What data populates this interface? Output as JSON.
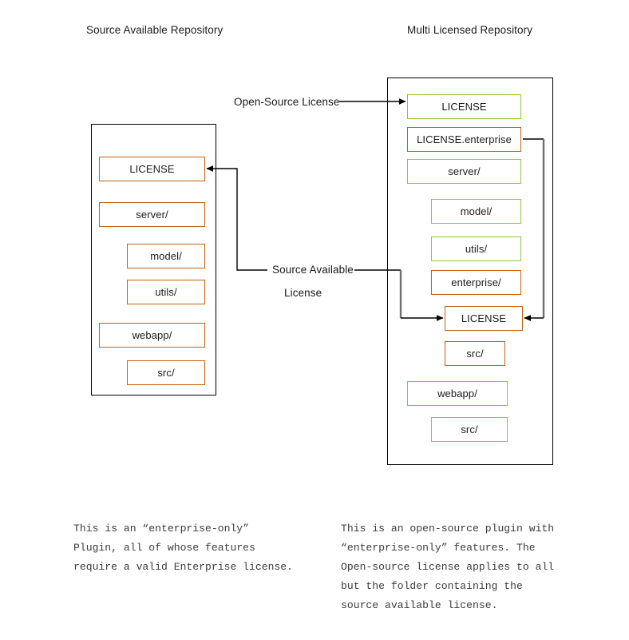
{
  "diagram": {
    "titles": {
      "left": "Source Available Repository",
      "right": "Multi Licensed Repository"
    },
    "edge_labels": {
      "open_source": "Open-Source License",
      "source_available_line1": "Source Available",
      "source_available_line2": "License"
    },
    "colors": {
      "orange": "#c3610f",
      "green": "#8dc63f",
      "frame": "#000000",
      "wire": "#000000",
      "wire_gray": "#707070",
      "text": "#1a1a1a",
      "caption_text": "#3c3c3c"
    },
    "left_repo": {
      "nodes": [
        {
          "label": "LICENSE",
          "color": "orange",
          "indent": false
        },
        {
          "label": "server/",
          "color": "orange",
          "indent": false
        },
        {
          "label": "model/",
          "color": "orange",
          "indent": true
        },
        {
          "label": "utils/",
          "color": "orange",
          "indent": true
        },
        {
          "label": "webapp/",
          "color": "orange",
          "indent": false
        },
        {
          "label": "src/",
          "color": "orange",
          "indent": true
        }
      ]
    },
    "right_repo": {
      "nodes": [
        {
          "label": "LICENSE",
          "color": "green",
          "indent": false
        },
        {
          "label": "LICENSE.enterprise",
          "color": "orange",
          "indent": false
        },
        {
          "label": "server/",
          "color": "green",
          "indent": false
        },
        {
          "label": "model/",
          "color": "green",
          "indent": true
        },
        {
          "label": "utils/",
          "color": "green",
          "indent": true
        },
        {
          "label": "enterprise/",
          "color": "orange",
          "indent": true
        },
        {
          "label": "LICENSE",
          "color": "orange",
          "indent": true
        },
        {
          "label": "src/",
          "color": "orange",
          "indent": true
        },
        {
          "label": "webapp/",
          "color": "green",
          "indent": false
        },
        {
          "label": "src/",
          "color": "green",
          "indent": true
        }
      ]
    },
    "captions": {
      "left": "This is an “enterprise-only”\nPlugin, all of whose features\nrequire a valid Enterprise license.",
      "right": "This is an open-source plugin with\n“enterprise-only” features. The\nOpen-source license applies to all\nbut the folder containing the\nsource available license."
    }
  }
}
